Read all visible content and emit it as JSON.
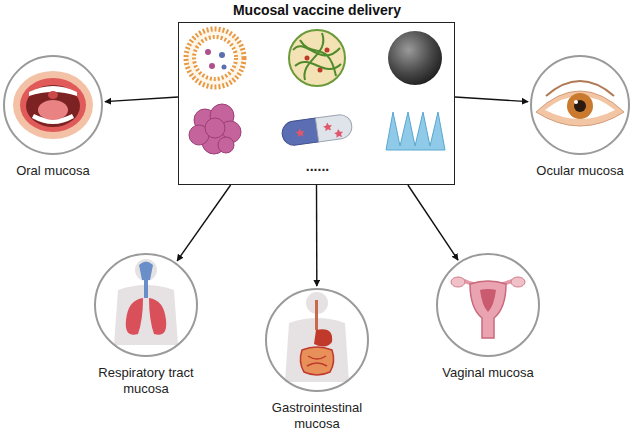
{
  "diagram": {
    "title": "Mucosal vaccine delivery",
    "nodes": [
      {
        "text": [
          "......"
        ]
      },
      {
        "text": [
          "Oral mucosa"
        ]
      },
      {
        "text": [
          "Ocular mucosa"
        ]
      },
      {
        "text": [
          "Respiratory tract mucosa"
        ]
      },
      {
        "text": [
          "Gastrointestinal mucosa"
        ]
      },
      {
        "text": [
          "Vaginal mucosa"
        ]
      }
    ],
    "edges": [
      {
        "from": 0,
        "to": 1,
        "arrow": "to"
      },
      {
        "from": 0,
        "to": 2,
        "arrow": "to"
      },
      {
        "from": 0,
        "to": 3,
        "arrow": "to"
      },
      {
        "from": 0,
        "to": 4,
        "arrow": "to"
      },
      {
        "from": 0,
        "to": 5,
        "arrow": "to"
      }
    ]
  }
}
